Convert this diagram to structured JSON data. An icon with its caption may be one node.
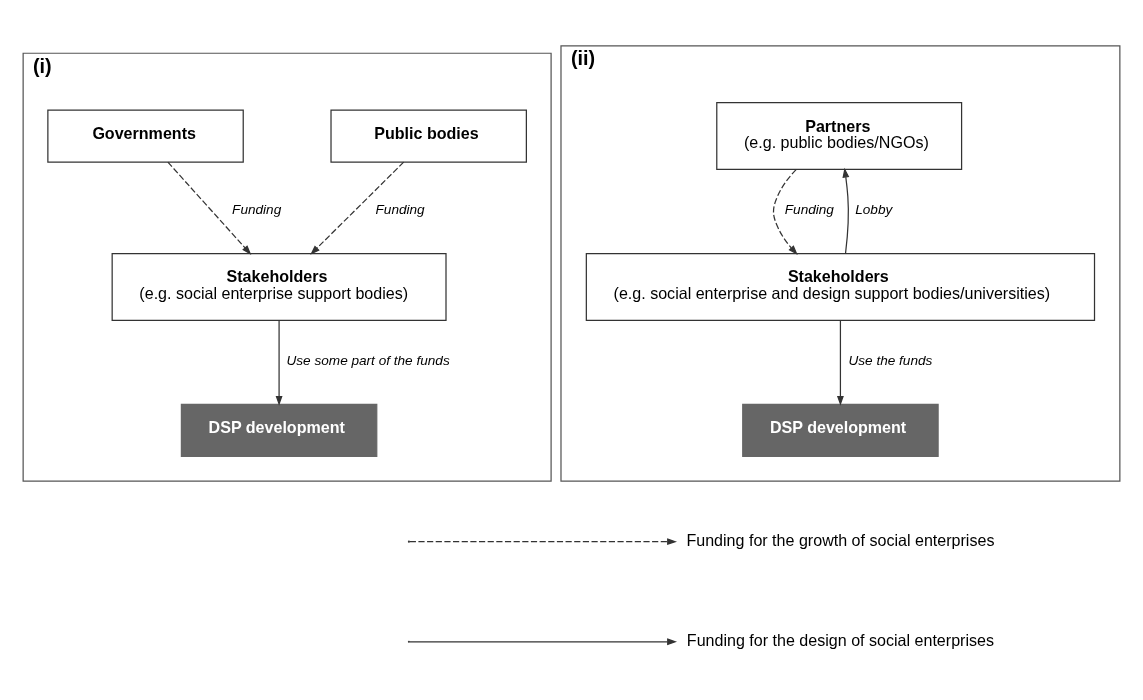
{
  "diagram": {
    "nodes": [
      {
        "text": [
          "(i)"
        ]
      },
      {
        "text": [
          "Governments"
        ],
        "in": 0
      },
      {
        "text": [
          "Public bodies"
        ],
        "in": 0
      },
      {
        "text": [
          "Stakeholders",
          "(e.g. social enterprise support bodies)"
        ],
        "in": 0
      },
      {
        "text": [
          "DSP development"
        ],
        "in": 0
      },
      {
        "text": [
          "(ii)"
        ]
      },
      {
        "text": [
          "Partners",
          "(e.g. public bodies/NGOs)"
        ],
        "in": 5
      },
      {
        "text": [
          "Stakeholders",
          "(e.g. social enterprise and design support bodies/universities)"
        ],
        "in": 5
      },
      {
        "text": [
          "DSP development"
        ],
        "in": 5
      }
    ],
    "edges": [
      {
        "from": 1,
        "to": 3,
        "arrow": "to",
        "label": "Funding",
        "style": "dashed"
      },
      {
        "from": 2,
        "to": 3,
        "arrow": "to",
        "label": "Funding",
        "style": "dashed"
      },
      {
        "from": 3,
        "to": 4,
        "arrow": "to",
        "label": "Use some part of the funds"
      },
      {
        "from": 6,
        "to": 7,
        "arrow": "to",
        "label": "Funding",
        "style": "dashed"
      },
      {
        "from": 7,
        "to": 6,
        "arrow": "to",
        "label": "Lobby"
      },
      {
        "from": 7,
        "to": 8,
        "arrow": "to",
        "label": "Use the funds"
      }
    ],
    "legend": [
      {
        "text": "Funding for the growth of social enterprises"
      },
      {
        "text": "Funding for the design of social enterprises"
      }
    ]
  }
}
